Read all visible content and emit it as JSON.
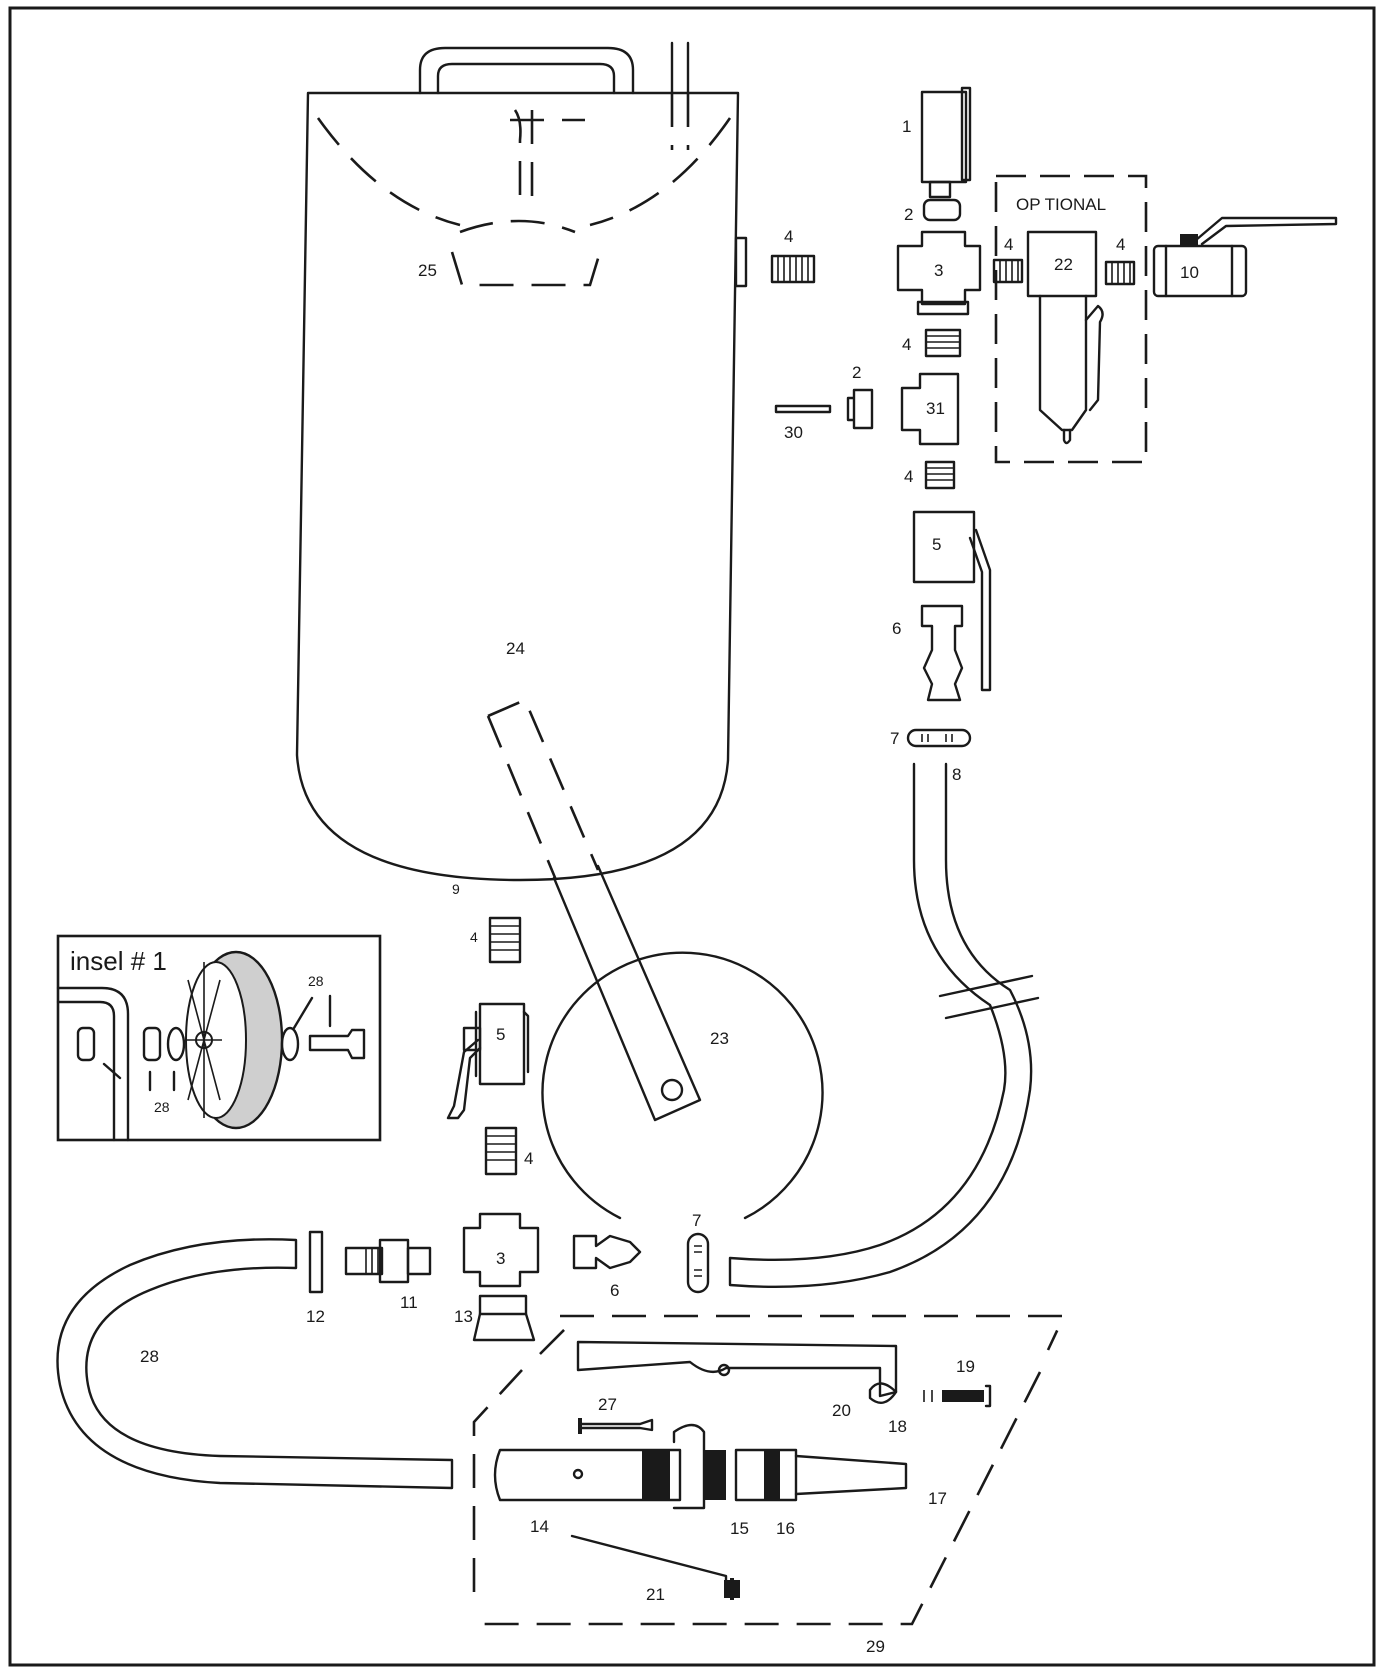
{
  "diagram": {
    "inset_title": "insel # 1",
    "optional_label": "OP TIONAL",
    "labels": {
      "l1": "1",
      "l2a": "2",
      "l3a": "3",
      "l4a": "4",
      "l4b": "4",
      "l4c": "4",
      "l22": "22",
      "l10": "10",
      "l4d": "4",
      "l2b": "2",
      "l31": "31",
      "l30": "30",
      "l4e": "4",
      "l5a": "5",
      "l6a": "6",
      "l7a": "7",
      "l8": "8",
      "l9": "9",
      "l4f": "4",
      "l5b": "5",
      "l23": "23",
      "l24": "24",
      "l25": "25",
      "l4g": "4",
      "l3b": "3",
      "l6b": "6",
      "l7b": "7",
      "l11": "11",
      "l12": "12",
      "l13": "13",
      "l28a": "28",
      "l28b": "28",
      "l28c": "28",
      "l19": "19",
      "l20": "20",
      "l18": "18",
      "l27": "27",
      "l14": "14",
      "l15": "15",
      "l16": "16",
      "l17": "17",
      "l21": "21",
      "l29": "29"
    }
  }
}
